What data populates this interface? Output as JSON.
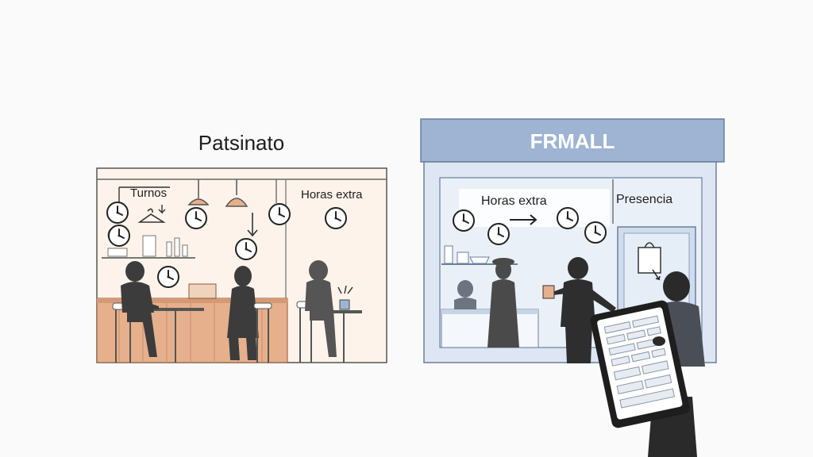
{
  "left_panel": {
    "title": "Patsinato",
    "label_shifts": "Turnos",
    "label_overtime": "Horas extra"
  },
  "right_panel": {
    "sign": "FRMALL",
    "label_overtime": "Horas extra",
    "label_presence": "Presencia"
  },
  "icons": [
    "clock-icon",
    "hanger-icon",
    "pendant-lamp-icon",
    "shopping-bag-icon",
    "arrow-icon"
  ],
  "colors": {
    "left_bg": "#fdf3ea",
    "counter": "#e6b08c",
    "sign_band": "#9fb4d2",
    "storefront": "#dde6f2",
    "figure": "#3c3c3c"
  }
}
